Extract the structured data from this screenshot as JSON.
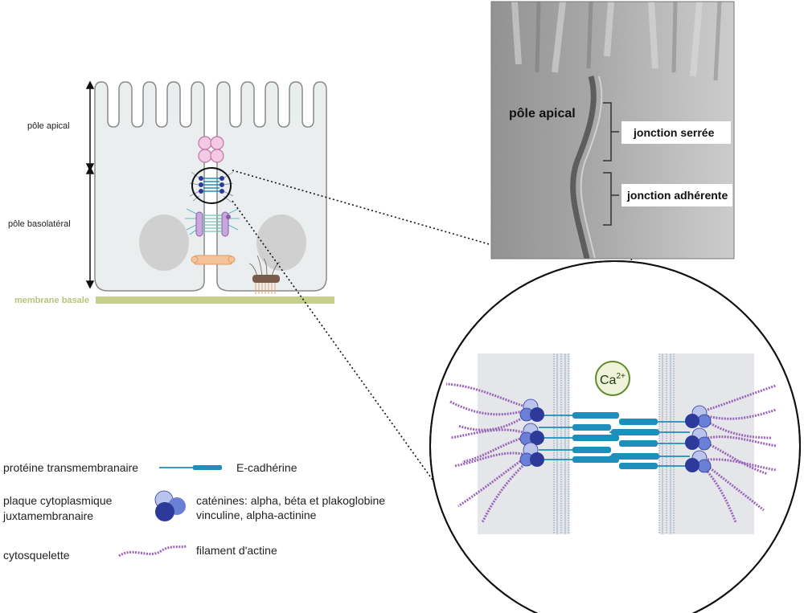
{
  "cell_labels": {
    "apical": "pôle apical",
    "basolateral": "pôle basolatéral",
    "basal_membrane": "membrane basale"
  },
  "micrograph": {
    "apical": "pôle apical",
    "tight_junction": "jonction serrée",
    "adherens_junction": "jonction adhérente"
  },
  "zoom": {
    "ion_base": "Ca",
    "ion_charge": "2+"
  },
  "legend": {
    "transmembrane_protein": "protéine transmembranaire",
    "ecadherin": "E-cadhérine",
    "plaque_line1": "plaque   cytoplasmique",
    "plaque_line2": "juxtamembranaire",
    "catenins_line1": "caténines: alpha, béta et plakoglobine",
    "catenins_line2": "vinculine, alpha-actinine",
    "cytoskeleton": "cytosquelette",
    "actin": "filament d'actine"
  },
  "colors": {
    "cell_fill": "#ebeeee",
    "membrane_basal": "#c6d08c",
    "cadherin": "#1e8fba",
    "catenin_light": "#b9c3ec",
    "catenin_mid": "#6a7fd6",
    "catenin_dark": "#2d3a9a",
    "actin": "#9a63b9",
    "ca_green": "#5e8a2a"
  }
}
